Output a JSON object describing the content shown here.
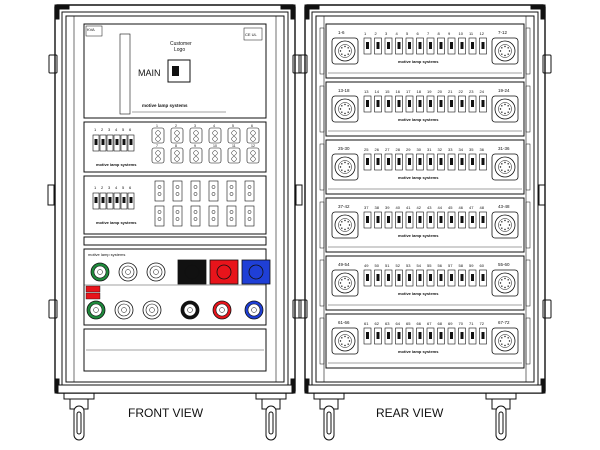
{
  "views": {
    "front": {
      "label": "FRONT VIEW"
    },
    "rear": {
      "label": "REAR VIEW"
    }
  },
  "front_panel": {
    "main_label": "MAIN",
    "customer_logo_line1": "Customer",
    "customer_logo_line2": "Logo",
    "brand_text": "motive lamp systems",
    "circuit_numbers": [
      "1",
      "2",
      "3",
      "4",
      "5",
      "6"
    ]
  },
  "rear_panel": {
    "rows": [
      {
        "left": "1-6",
        "right": "7-12",
        "first": 1,
        "last": 12
      },
      {
        "left": "13-18",
        "right": "19-24",
        "first": 13,
        "last": 24
      },
      {
        "left": "25-30",
        "right": "31-36",
        "first": 25,
        "last": 36
      },
      {
        "left": "37-42",
        "right": "43-48",
        "first": 37,
        "last": 48
      },
      {
        "left": "49-54",
        "right": "55-60",
        "first": 49,
        "last": 60
      },
      {
        "left": "61-66",
        "right": "67-72",
        "first": 61,
        "last": 72
      }
    ],
    "brand_text": "motive lamp systems"
  },
  "colors": {
    "line": "#111111",
    "connector_red": "#e8141b",
    "connector_blue": "#1f3fd6",
    "connector_green": "#1f8a3c",
    "accent_cyan": "#30c4c4"
  }
}
